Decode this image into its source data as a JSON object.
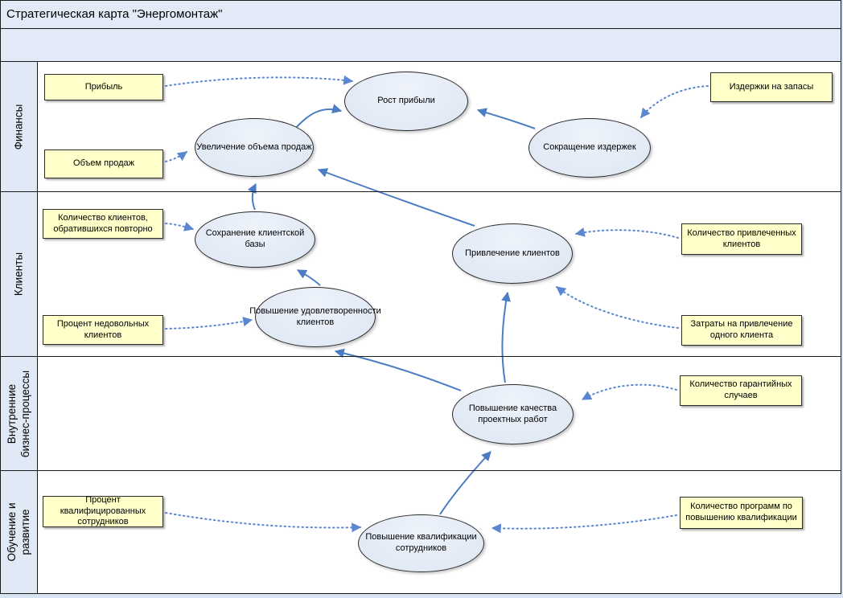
{
  "title": "Стратегическая карта \"Энергомонтаж\"",
  "lanes": [
    {
      "label": "Финансы"
    },
    {
      "label": "Клиенты"
    },
    {
      "label": "Внутренние\nбизнес-процессы"
    },
    {
      "label": "Обучение и\nразвитие"
    }
  ],
  "goals": {
    "profit_growth": "Рост прибыли",
    "sales_increase": "Увеличение объема продаж",
    "cost_reduction": "Сокращение издержек",
    "client_retention": "Сохранение клиентской базы",
    "client_satisfaction": "Повышение удовлетворенности клиентов",
    "client_attraction": "Привлечение клиентов",
    "project_quality": "Повышение качества проектных работ",
    "staff_qualification": "Повышение квалификации сотрудников"
  },
  "indicators": {
    "profit": "Прибыль",
    "sales_volume": "Объем продаж",
    "repeat_clients": "Количество клиентов, обратившихся повторно",
    "unsatisfied_percent": "Процент недовольных клиентов",
    "qualified_percent": "Процент квалифицированных сотрудников",
    "inventory_costs": "Издержки на запасы",
    "attracted_clients": "Количество привлеченных клиентов",
    "attraction_cost": "Затраты на привлечение одного клиента",
    "warranty_cases": "Количество гарантийных случаев",
    "training_programs": "Количество программ по повышению квалификации"
  },
  "colors": {
    "solid_arrow": "#4a7dc2",
    "dotted_arrow": "#5b86d0",
    "goal_fill": "#e4ebf7",
    "kpi_fill": "#ffffc9",
    "header_bg": "#e2eaf7"
  }
}
